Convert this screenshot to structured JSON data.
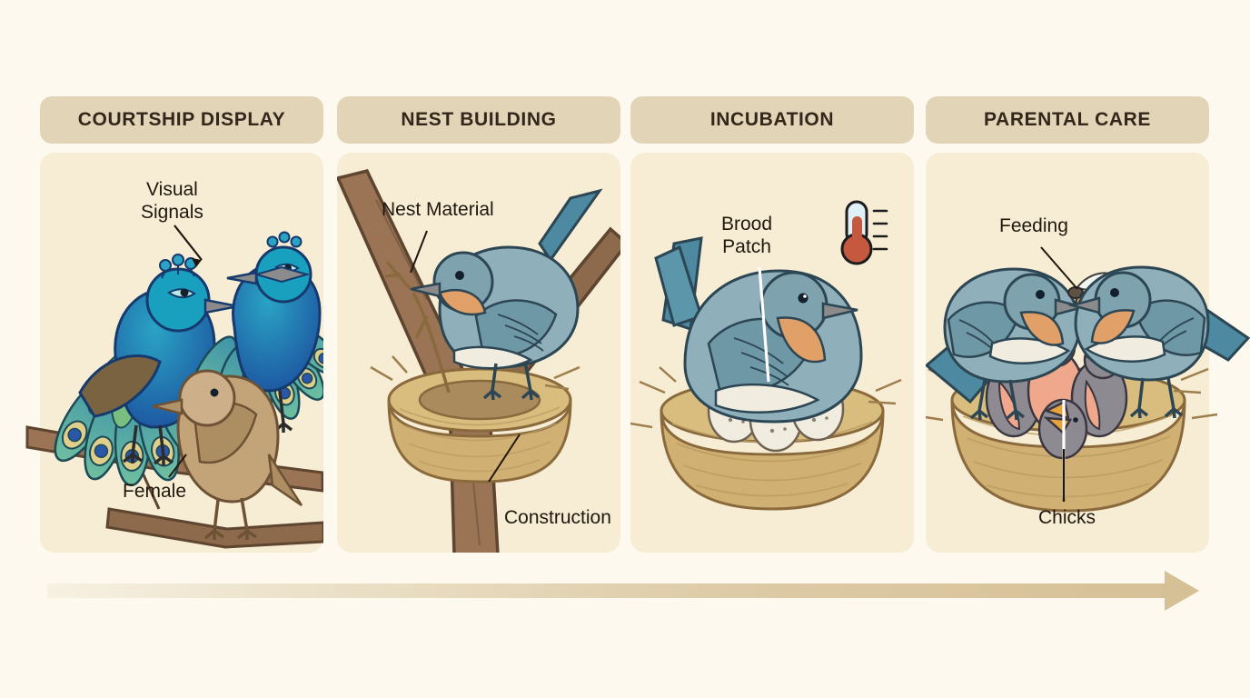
{
  "figure": {
    "background_color": "#fdf9ee",
    "panel_color": "#f7edd4",
    "header_color": "#e2d5b7",
    "header_text_color": "#33271c",
    "label_text_color": "#20170e",
    "arrow_color": "#d9c49a"
  },
  "panels": [
    {
      "id": "courtship-display",
      "header": "COURTSHIP DISPLAY",
      "labels": [
        {
          "text": "Visual\nSignals",
          "name": "label-visual-signals"
        },
        {
          "text": "Female",
          "name": "label-female"
        }
      ],
      "illustration": {
        "name": "courtship-illustration",
        "elements": [
          "male-peacock-bird-left",
          "male-peacock-bird-right",
          "female-bird",
          "perch-branch"
        ],
        "colors": {
          "male_body": "#1f6fae",
          "tail_fan": "#4fa88f",
          "eye_spot": "#2b57a6",
          "female_body": "#c3a478",
          "branch": "#8c6a4f"
        }
      }
    },
    {
      "id": "nest-building",
      "header": "NEST BUILDING",
      "labels": [
        {
          "text": "Nest Material",
          "name": "label-nest-material"
        },
        {
          "text": "Construction",
          "name": "label-construction"
        }
      ],
      "illustration": {
        "name": "nest-building-illustration",
        "elements": [
          "tree-fork-branch",
          "bluebird-with-twig",
          "woven-nest"
        ],
        "colors": {
          "bird_body": "#7fa3ae",
          "bird_breast": "#e0a068",
          "nest": "#d8bd7f",
          "trunk": "#8c6a4f"
        }
      }
    },
    {
      "id": "incubation",
      "header": "INCUBATION",
      "labels": [
        {
          "text": "Brood\nPatch",
          "name": "label-brood-patch"
        }
      ],
      "illustration": {
        "name": "incubation-illustration",
        "elements": [
          "incubating-bird",
          "nest",
          "egg-left",
          "egg-center",
          "egg-right",
          "brood-patch-skin",
          "thermometer-icon"
        ],
        "egg_count": 3,
        "colors": {
          "bird_body": "#7fa3ae",
          "bird_breast": "#e0a068",
          "brood_patch": "#eda8a0",
          "egg": "#f1ece0",
          "nest": "#d8bd7f",
          "thermometer_mercury": "#c4593f"
        }
      }
    },
    {
      "id": "parental-care",
      "header": "PARENTAL CARE",
      "labels": [
        {
          "text": "Feeding",
          "name": "label-feeding"
        },
        {
          "text": "Chicks",
          "name": "label-chicks"
        }
      ],
      "illustration": {
        "name": "parental-care-illustration",
        "elements": [
          "adult-bird-left",
          "adult-bird-right",
          "insect-prey",
          "nest",
          "chick-1",
          "chick-2",
          "chick-3",
          "chick-4"
        ],
        "chick_count": 4,
        "colors": {
          "adult_body": "#7fa3ae",
          "adult_breast": "#e0a068",
          "chick_body": "#8d8a92",
          "chick_gape": "#e8a33e",
          "nest": "#d8bd7f"
        }
      }
    }
  ],
  "timeline_arrow": {
    "name": "progression-arrow",
    "direction": "left-to-right",
    "description": "horizontal gradient arrow spanning all stages"
  }
}
